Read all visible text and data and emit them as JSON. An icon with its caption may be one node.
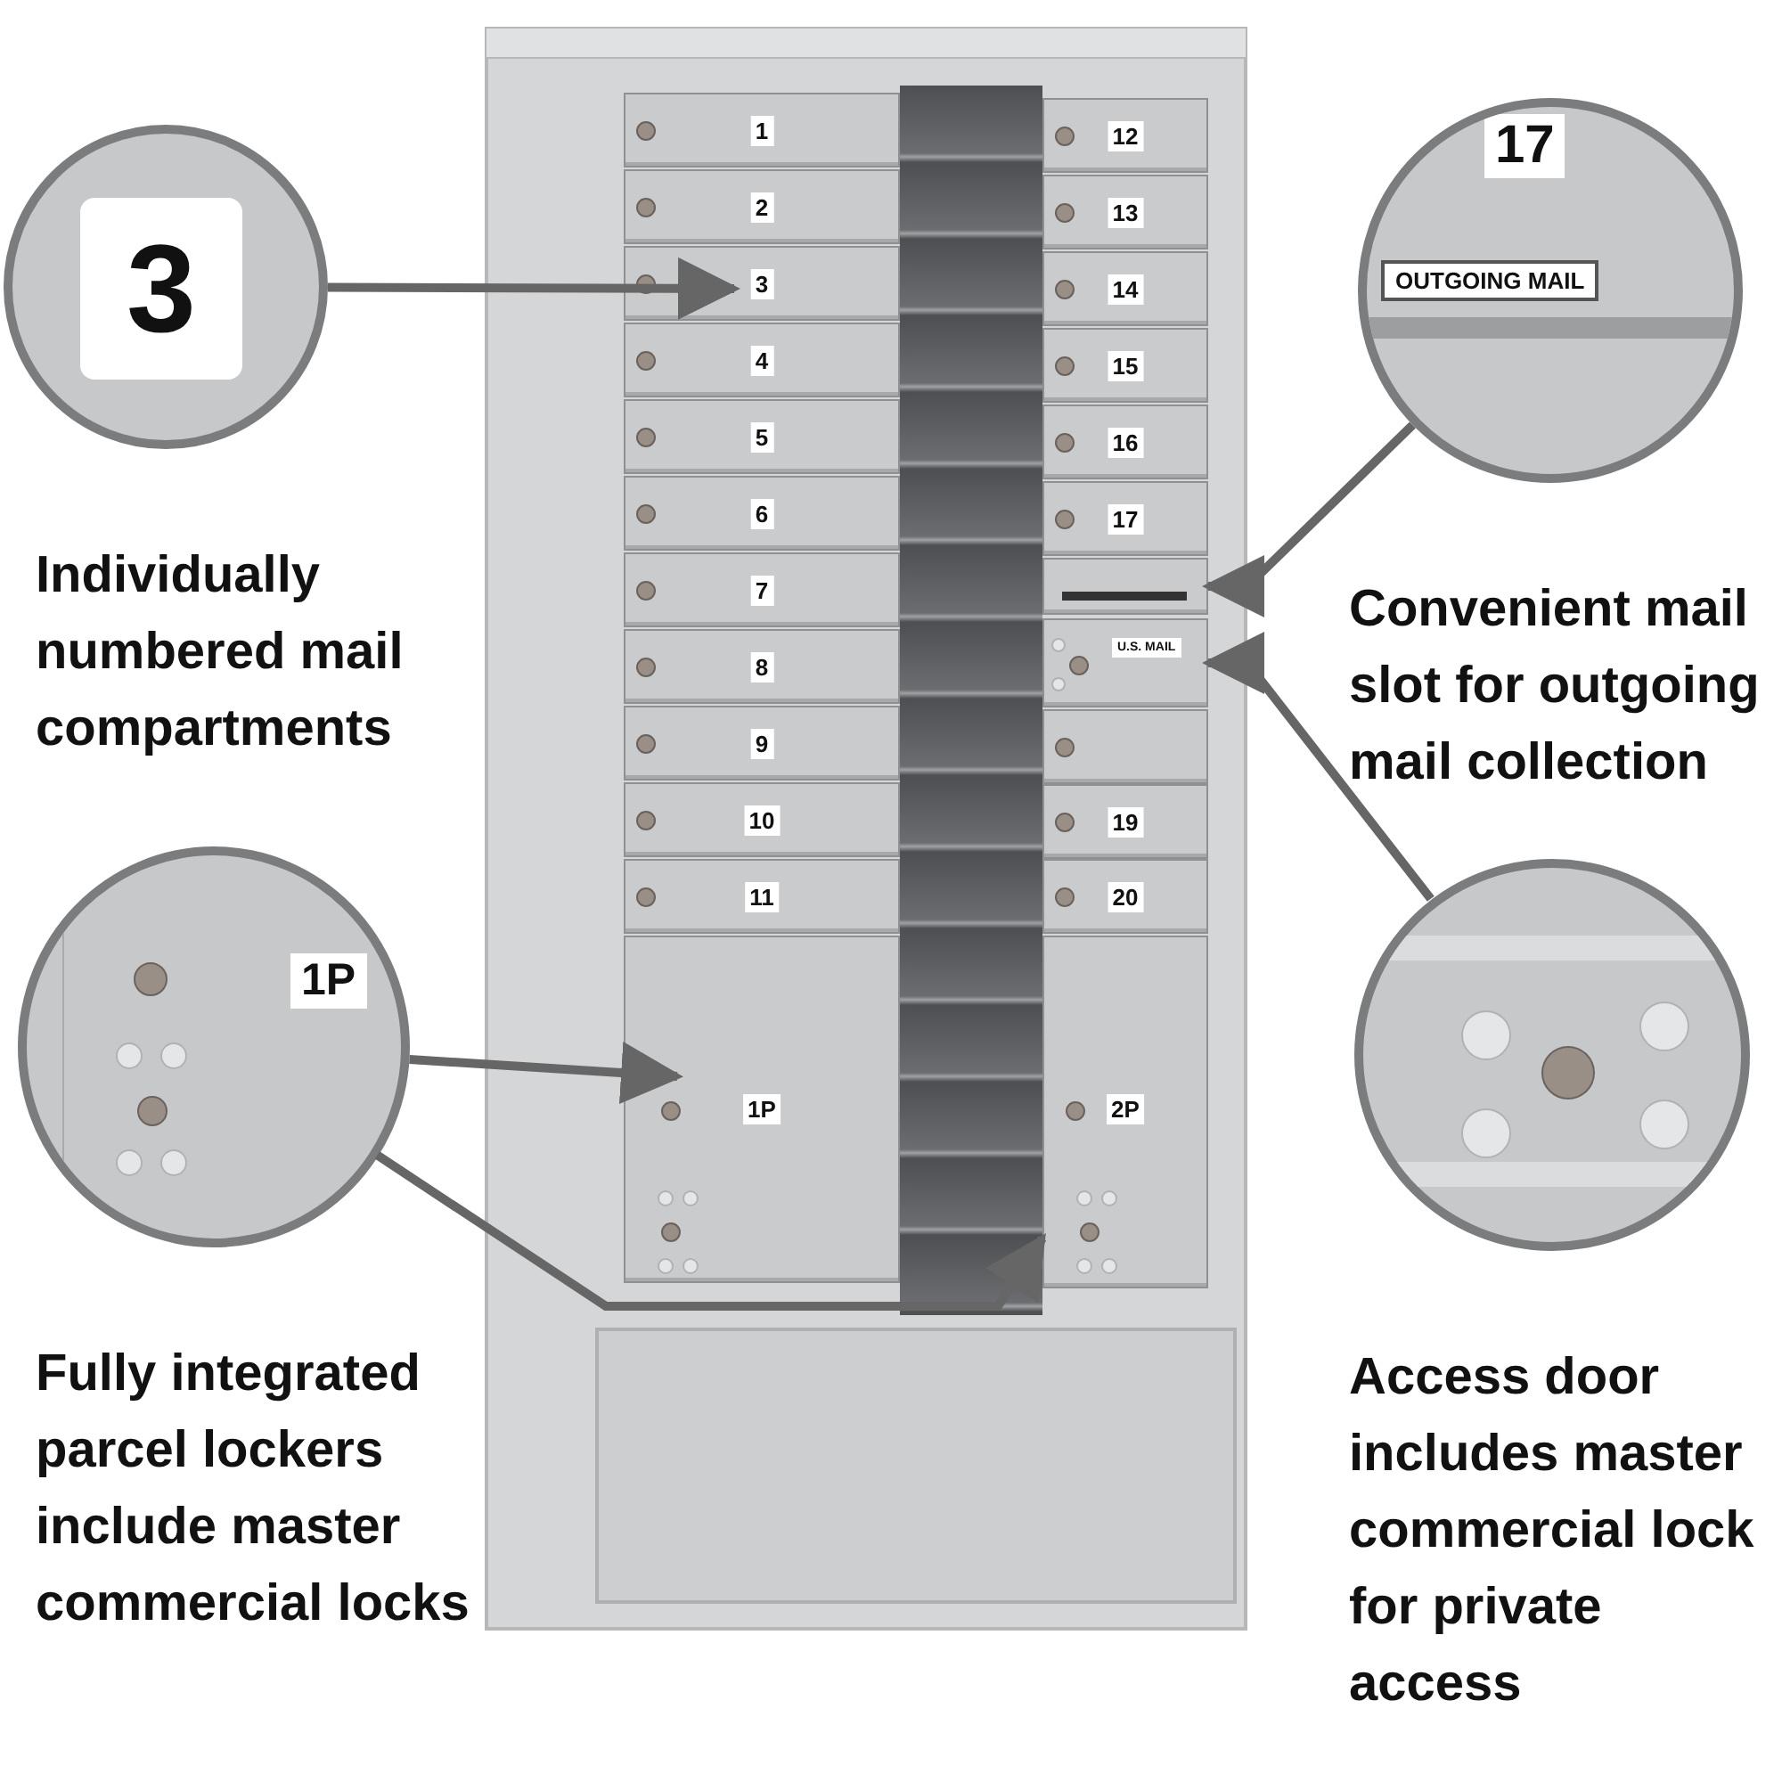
{
  "diagram": {
    "nodes": [
      {
        "text": [
          "3"
        ],
        "beside": [
          "Individually numbered mail compartments"
        ]
      },
      {
        "text": [
          "1P"
        ],
        "beside": [
          "Fully integrated parcel lockers include master commercial locks"
        ]
      },
      {
        "text": [],
        "shape": "box"
      },
      {
        "text": [
          "1"
        ],
        "in": 2
      },
      {
        "text": [
          "2"
        ],
        "in": 2
      },
      {
        "text": [
          "3"
        ],
        "in": 2
      },
      {
        "text": [
          "4"
        ],
        "in": 2
      },
      {
        "text": [
          "5"
        ],
        "in": 2
      },
      {
        "text": [
          "6"
        ],
        "in": 2
      },
      {
        "text": [
          "7"
        ],
        "in": 2
      },
      {
        "text": [
          "8"
        ],
        "in": 2
      },
      {
        "text": [
          "9"
        ],
        "in": 2
      },
      {
        "text": [
          "10"
        ],
        "in": 2
      },
      {
        "text": [
          "11"
        ],
        "in": 2
      },
      {
        "text": [
          "1P"
        ],
        "in": 2
      },
      {
        "text": [
          "12"
        ],
        "in": 2
      },
      {
        "text": [
          "13"
        ],
        "in": 2
      },
      {
        "text": [
          "14"
        ],
        "in": 2
      },
      {
        "text": [
          "15"
        ],
        "in": 2
      },
      {
        "text": [
          "16"
        ],
        "in": 2
      },
      {
        "text": [
          "17"
        ],
        "in": 2
      },
      {
        "text": [],
        "shape": "box",
        "in": 2
      },
      {
        "text": [
          "U.S. MAIL"
        ],
        "in": 2
      },
      {
        "text": [],
        "shape": "box",
        "in": 2
      },
      {
        "text": [
          "19"
        ],
        "in": 2
      },
      {
        "text": [
          "20"
        ],
        "in": 2
      },
      {
        "text": [
          "2P"
        ],
        "in": 2
      },
      {
        "text": [
          "17",
          "OUTGOING MAIL"
        ],
        "beside": [
          "Convenient mail slot for outgoing mail collection"
        ]
      },
      {
        "text": [],
        "shape": "circle",
        "beside": [
          "Access door includes master commercial lock for private access"
        ]
      }
    ],
    "edges": [
      {
        "from": 0,
        "to": 5,
        "arrow": "to"
      },
      {
        "from": 1,
        "to": 14,
        "arrow": "to"
      },
      {
        "from": 1,
        "to": 26,
        "arrow": "to"
      },
      {
        "from": 27,
        "to": 21,
        "arrow": "to"
      },
      {
        "from": 28,
        "to": 22,
        "arrow": "to"
      }
    ]
  }
}
